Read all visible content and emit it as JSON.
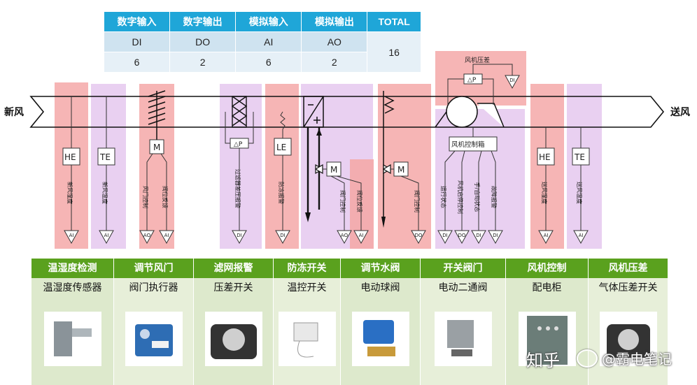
{
  "io_table": {
    "headers": [
      "数字输入",
      "数字输出",
      "模拟输入",
      "模拟输出",
      "TOTAL"
    ],
    "codes": [
      "DI",
      "DO",
      "AI",
      "AO"
    ],
    "counts": [
      "6",
      "2",
      "6",
      "2"
    ],
    "total": "16"
  },
  "duct": {
    "inlet_label": "新风",
    "outlet_label": "送风"
  },
  "pressure_box": {
    "title": "风机压差",
    "dp": "△P",
    "di": "DI"
  },
  "filter_dp": "△P",
  "instruments": {
    "he1": "HE",
    "te1": "TE",
    "m1": "M",
    "le": "LE",
    "m2": "M",
    "m3": "M",
    "fan_box": "风机控制箱",
    "he2": "HE",
    "te2": "TE"
  },
  "signal_labels": {
    "s1": "新风湿度",
    "s2": "新风温度",
    "s3a": "风门控制",
    "s3b": "阀位反馈",
    "s4": "过滤器差压报警",
    "s5": "防冻报警",
    "s6a": "阀门控制",
    "s6b": "阀位反馈",
    "s7": "阀门控制",
    "s8a": "运行状态",
    "s8b": "风机启停控制",
    "s8c": "手/自动状态",
    "s8d": "故障报警",
    "s9": "送风湿度",
    "s10": "送风温度"
  },
  "io_tags": {
    "t1": "AI",
    "t2": "AI",
    "t3a": "AO",
    "t3b": "AI",
    "t4": "DI",
    "t5": "DI",
    "t6a": "AO",
    "t6b": "AI",
    "t7": "DO",
    "t8a": "DI",
    "t8b": "DO",
    "t8c": "DI",
    "t8d": "DI",
    "t9": "AI",
    "t10": "AI"
  },
  "devices": [
    {
      "title": "温湿度检测",
      "label": "温湿度传感器"
    },
    {
      "title": "调节风门",
      "label": "阀门执行器"
    },
    {
      "title": "滤网报警",
      "label": "压差开关"
    },
    {
      "title": "防冻开关",
      "label": "温控开关"
    },
    {
      "title": "调节水阀",
      "label": "电动球阀"
    },
    {
      "title": "开关阀门",
      "label": "电动二通阀"
    },
    {
      "title": "风机控制",
      "label": "配电柜"
    },
    {
      "title": "风机压差",
      "label": "气体压差开关"
    }
  ],
  "watermark": {
    "site": "知乎",
    "author": "@霸电笔记"
  }
}
